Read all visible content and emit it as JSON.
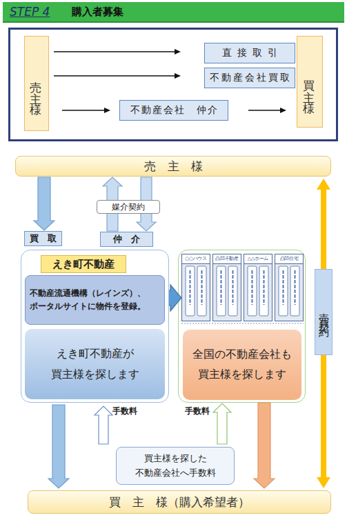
{
  "diagram": {
    "title": "購入者募集",
    "nodes": [
      {
        "text": [
          "売主様"
        ]
      },
      {
        "text": [
          "直接取引"
        ]
      },
      {
        "text": [
          "不動産会社買取"
        ]
      },
      {
        "text": [
          "買主様"
        ]
      },
      {
        "text": [
          "不動産会社　仲介"
        ]
      },
      {
        "text": [
          "売　主　様"
        ]
      },
      {
        "text": [
          "媒介契約"
        ]
      },
      {
        "text": [
          "買　取"
        ]
      },
      {
        "text": [
          "仲　介"
        ]
      },
      {
        "text": [
          "えき町不動産"
        ]
      },
      {
        "text": [
          "不動産流通機構（レインズ）、 ポータルサイトに物件を登録。"
        ],
        "in": 9
      },
      {
        "text": [
          "えき町不動産が 買主様を探します"
        ],
        "in": 9
      },
      {
        "text": [
          "○○ハウス"
        ]
      },
      {
        "text": [
          "凸凹不動産"
        ]
      },
      {
        "text": [
          "△△ホーム"
        ]
      },
      {
        "text": [
          "凸凹住宅"
        ]
      },
      {
        "text": [
          "全国の不動産会社も 買主様を探します"
        ]
      },
      {
        "text": [
          "売買契約"
        ]
      },
      {
        "text": [
          "買　主　様（購入希望者）"
        ]
      },
      {
        "text": [
          "買主様を探した 不動産会社へ手数料"
        ]
      }
    ],
    "edges": [
      {
        "from": 0,
        "to": 1,
        "arrow": "to"
      },
      {
        "from": 0,
        "to": 2,
        "arrow": "to"
      },
      {
        "from": 0,
        "to": 4,
        "arrow": "to"
      },
      {
        "from": 4,
        "to": 3,
        "arrow": "to"
      },
      {
        "from": 5,
        "to": 7,
        "arrow": "to"
      },
      {
        "from": 8,
        "to": 5,
        "arrow": "to"
      },
      {
        "from": 5,
        "to": 8,
        "arrow": "to"
      },
      {
        "from": 10,
        "to": 12,
        "arrow": "to"
      },
      {
        "from": 9,
        "to": 18,
        "arrow": "to"
      },
      {
        "from": 16,
        "to": 18,
        "arrow": "to"
      },
      {
        "from": 19,
        "to": 9,
        "label": "手数料",
        "arrow": "to"
      },
      {
        "from": 19,
        "to": 16,
        "label": "手数料",
        "arrow": "to"
      },
      {
        "from": 5,
        "to": 18,
        "arrow": "both"
      }
    ],
    "labels": [
      "STEP 4"
    ]
  }
}
